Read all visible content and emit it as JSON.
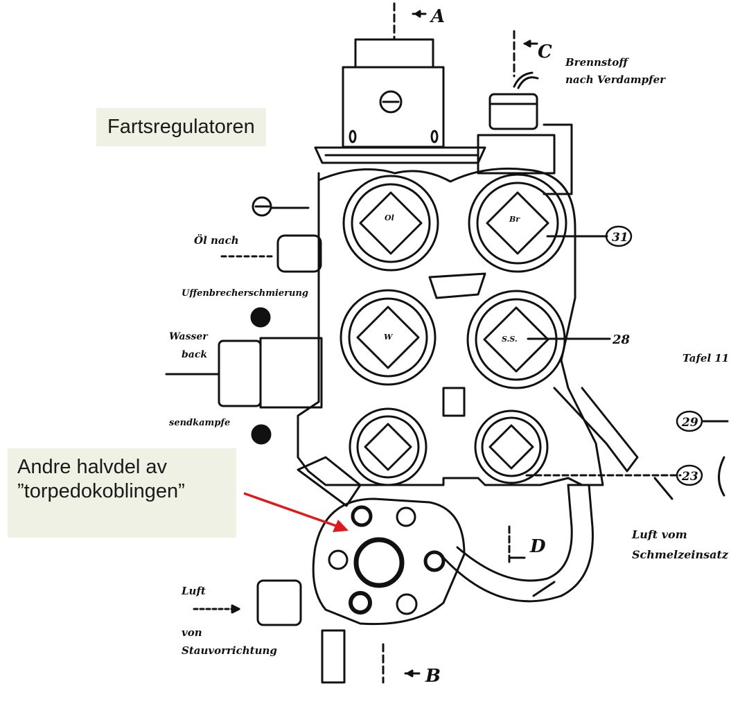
{
  "captions": {
    "title": "Fartsregulatoren",
    "note_line1": "Andre halvdel av",
    "note_line2": "”torpedokoblingen”"
  },
  "drawing_labels": {
    "section_a": "A",
    "section_b": "B",
    "section_c": "C",
    "section_d": "D",
    "brennstoff_line1": "Brennstoff",
    "brennstoff_line2": "nach Verdampfer",
    "oel_nach": "Öl nach",
    "uffenbrecher": "Uffenbrecherschmierung",
    "wasser_line1": "Wasser",
    "wasser_line2": "back",
    "sendkampfer": "sendkampfe",
    "luft_left_line1": "Luft",
    "luft_left_line2": "von",
    "luft_left_line3": "Stauvorrichtung",
    "luft_right_line1": "Luft vom",
    "luft_right_line2": "Schmelzeinsatz",
    "tafel": "Tafel 11",
    "valve_oi": "Ol",
    "valve_br": "Br",
    "valve_w": "W",
    "valve_ss": "S.S.",
    "ref_31": "31",
    "ref_28": "28",
    "ref_29": "29",
    "ref_23": "23"
  },
  "colors": {
    "caption_bg": "#eef1e4",
    "arrow": "#e0191b",
    "ink": "#111111"
  }
}
